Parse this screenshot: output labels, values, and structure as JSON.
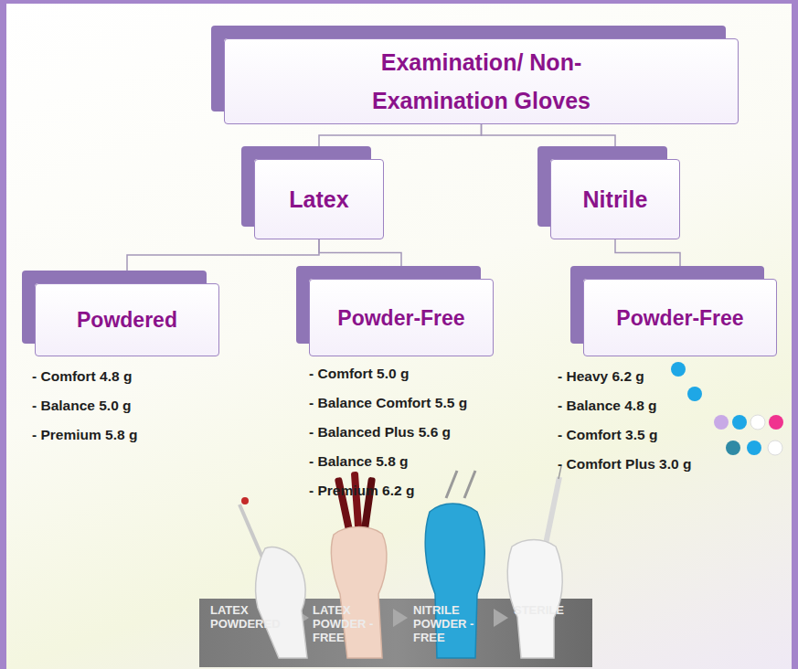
{
  "diagram": {
    "nodes": [
      {
        "text": [
          "Examination/ Non-Examination Gloves"
        ]
      },
      {
        "text": [
          "Latex"
        ]
      },
      {
        "text": [
          "Nitrile"
        ]
      },
      {
        "text": [
          "Powdered"
        ]
      },
      {
        "text": [
          "Powder-Free"
        ]
      },
      {
        "text": [
          "Powder-Free"
        ]
      }
    ],
    "edges": [
      {
        "from": 0,
        "to": 1,
        "arrow": "none"
      },
      {
        "from": 0,
        "to": 2,
        "arrow": "none"
      },
      {
        "from": 1,
        "to": 3,
        "arrow": "none"
      },
      {
        "from": 1,
        "to": 4,
        "arrow": "none"
      },
      {
        "from": 2,
        "to": 5,
        "arrow": "none"
      }
    ],
    "labels": [
      "- Comfort 4.8 g",
      "- Balance 5.0 g",
      "- Premium 5.8 g",
      "- Comfort 5.0 g",
      "- Balance Comfort 5.5 g",
      "- Balanced Plus 5.6 g",
      "- Balance 5.8 g",
      "- Premium 6.2 g",
      "- Heavy 6.2 g",
      "- Balance 4.8 g",
      "- Comfort 3.5 g",
      "- Comfort Plus 3.0 g",
      "LATEX POWDERED",
      "LATEX POWDER -FREE",
      "NITRILE POWDER -FREE",
      "STERILE"
    ]
  }
}
